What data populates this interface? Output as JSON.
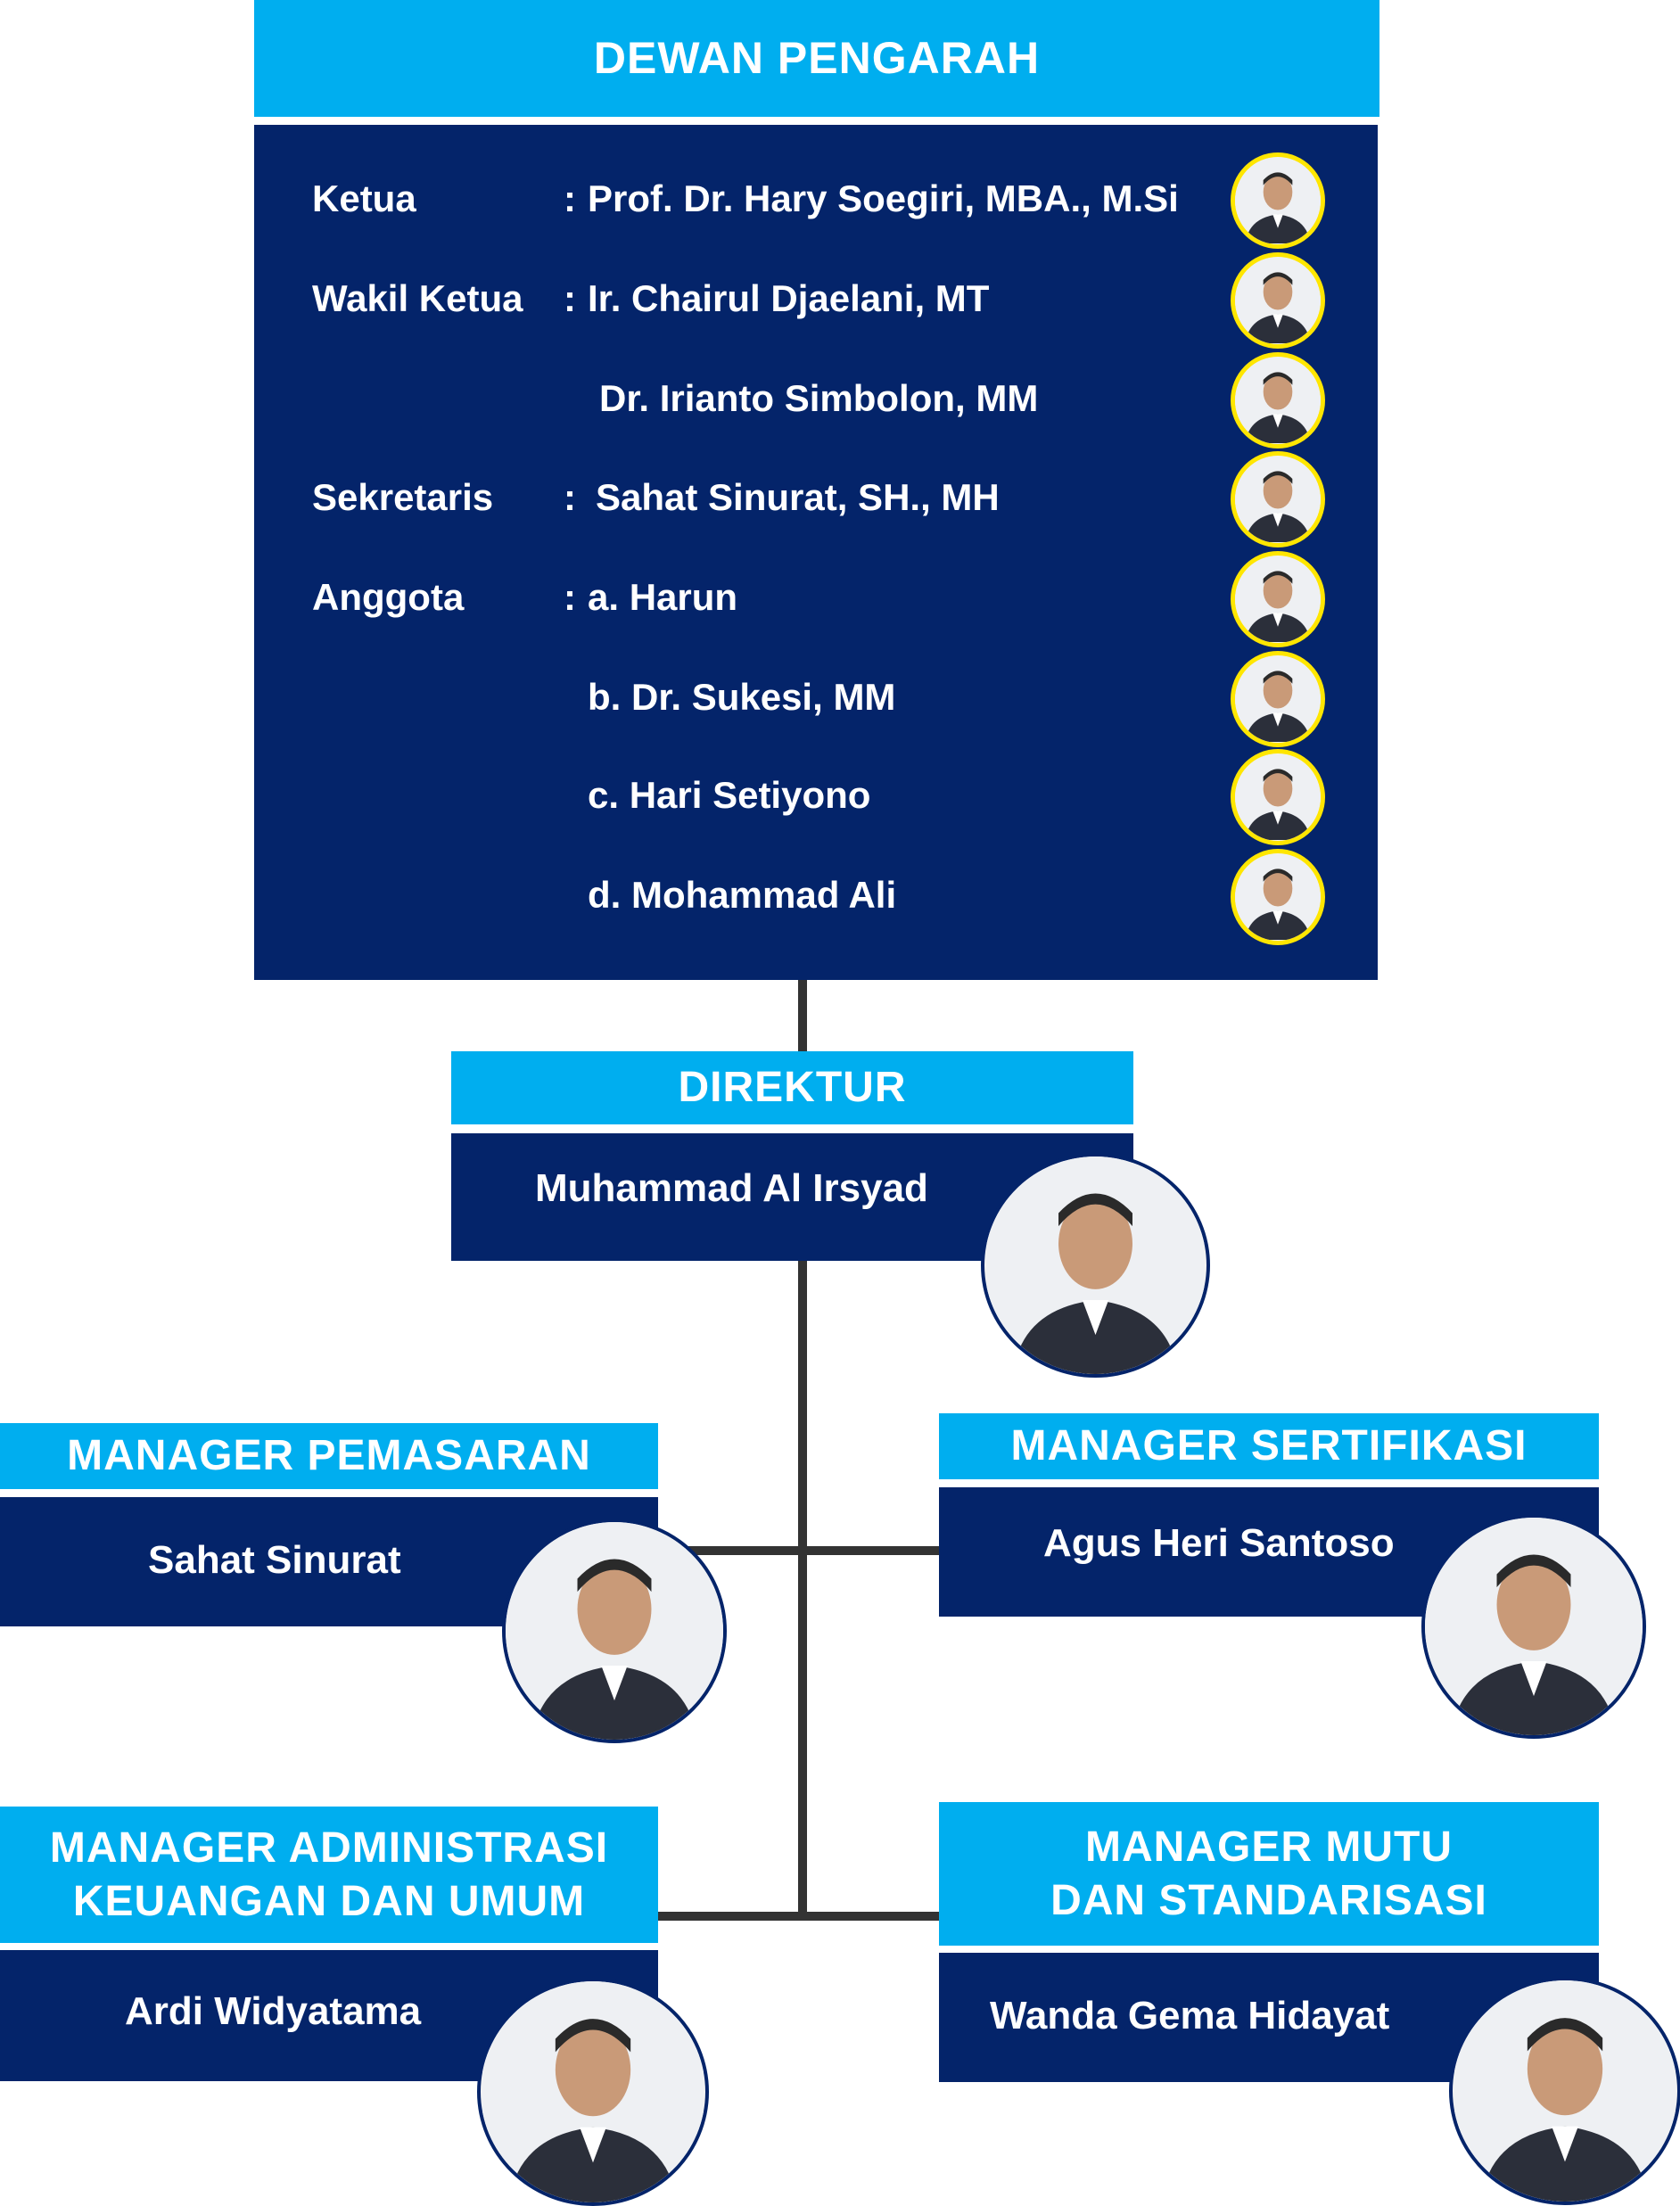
{
  "dewan": {
    "title": "DEWAN PENGARAH",
    "rows": [
      {
        "label": "Ketua",
        "colon": ":",
        "name": "Prof. Dr. Hary Soegiri, MBA., M.Si"
      },
      {
        "label": "Wakil Ketua",
        "colon": ":",
        "name": "Ir. Chairul Djaelani, MT"
      },
      {
        "label": "",
        "colon": "",
        "name": "Dr. Irianto Simbolon, MM"
      },
      {
        "label": "Sekretaris",
        "colon": ":",
        "name": "Sahat Sinurat, SH., MH"
      },
      {
        "label": "Anggota",
        "colon": ":",
        "name": "a. Harun"
      },
      {
        "label": "",
        "colon": "",
        "name": "b. Dr. Sukesi, MM"
      },
      {
        "label": "",
        "colon": "",
        "name": "c. Hari Setiyono"
      },
      {
        "label": "",
        "colon": "",
        "name": "d. Mohammad Ali"
      }
    ]
  },
  "direktur": {
    "title": "DIREKTUR",
    "name": "Muhammad Al Irsyad"
  },
  "managers": [
    {
      "title": "MANAGER PEMASARAN",
      "name": "Sahat Sinurat"
    },
    {
      "title": "MANAGER SERTIFIKASI",
      "name": "Agus Heri Santoso"
    },
    {
      "title": "MANAGER ADMINISTRASI KEUANGAN DAN UMUM",
      "name": "Ardi Widyatama"
    },
    {
      "title": "MANAGER MUTU DAN STANDARISASI",
      "name": "Wanda Gema Hidayat"
    }
  ],
  "colors": {
    "header": "#00aeef",
    "box": "#04246a",
    "photo_ring": "#ffe600"
  }
}
